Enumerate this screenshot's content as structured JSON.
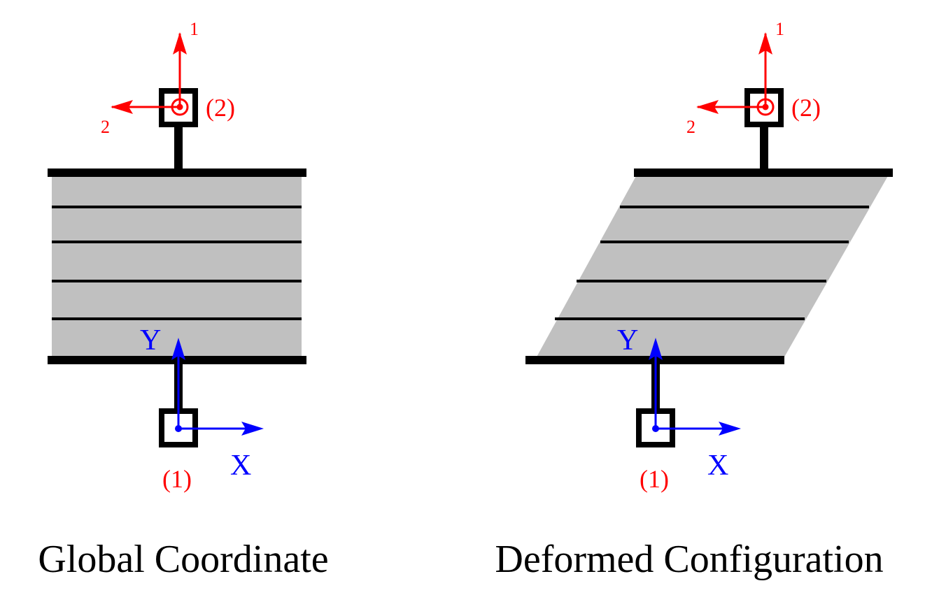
{
  "colors": {
    "frame": "#000000",
    "fill": "#c0c0c0",
    "local_axes": "#ff0000",
    "global_axes": "#0000ff"
  },
  "left_panel": {
    "caption": "Global Coordinate",
    "node_top_label": "(2)",
    "node_bottom_label": "(1)",
    "local_axis_1": "1",
    "local_axis_2": "2",
    "global_axis_x": "X",
    "global_axis_y": "Y"
  },
  "right_panel": {
    "caption": "Deformed Configuration",
    "node_top_label": "(2)",
    "node_bottom_label": "(1)",
    "local_axis_1": "1",
    "local_axis_2": "2",
    "global_axis_x": "X",
    "global_axis_y": "Y"
  }
}
